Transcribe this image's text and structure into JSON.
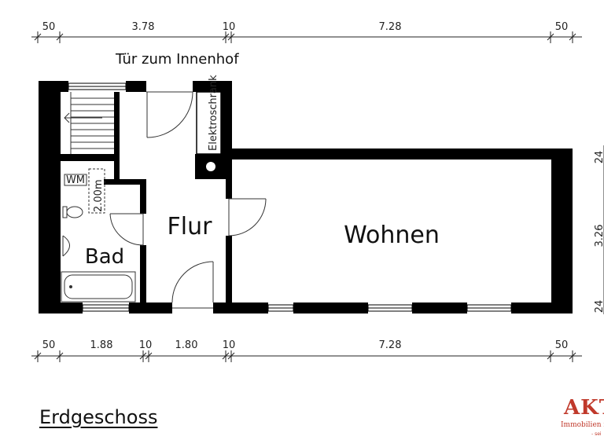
{
  "plan": {
    "floor_name": "Erdgeschoss",
    "courtyard_door_label": "Tür zum Innenhof",
    "rooms": {
      "flur": "Flur",
      "wohnen": "Wohnen",
      "bad": "Bad"
    },
    "fixture_labels": {
      "elektroschrank": "Elektroschrank",
      "wm": "WM",
      "ceiling_height": "2.00m"
    },
    "top_dimensions": [
      "50",
      "3.78",
      "10",
      "7.28",
      "50"
    ],
    "bottom_dimensions": [
      "50",
      "1.88",
      "10",
      "1.80",
      "10",
      "7.28",
      "50"
    ],
    "right_dimensions": [
      "24",
      "3.26",
      "24"
    ]
  },
  "branding": {
    "logo_text": "AKT",
    "logo_subtext": "Immobilien in",
    "logo_small": "- sei",
    "color": "#c0392b"
  }
}
